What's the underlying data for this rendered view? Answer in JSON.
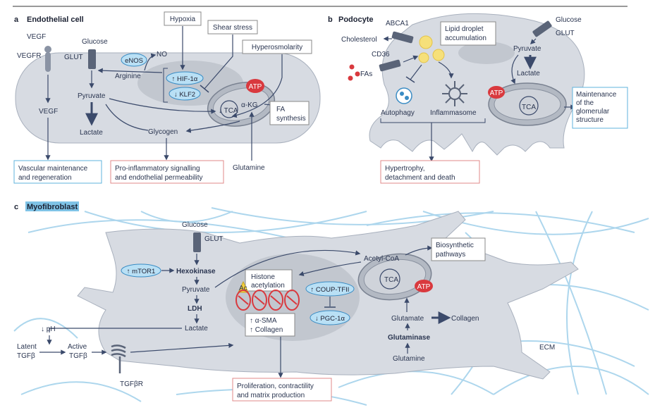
{
  "panel_a": {
    "letter": "a",
    "title": "Endothelial cell",
    "labels": {
      "vegf_top": "VEGF",
      "vegfr": "VEGFR",
      "vegf_mid": "VEGF",
      "glucose": "Glucose",
      "glut": "GLUT",
      "pyruvate": "Pyruvate",
      "lactate": "Lactate",
      "glycogen": "Glycogen",
      "arginine": "Arginine",
      "no": "NO",
      "enos": "eNOS",
      "hif": "↑ HIF-1α",
      "klf2": "↓ KLF2",
      "hypoxia": "Hypoxia",
      "shear": "Shear stress",
      "hyperosm": "Hyperosmolarity",
      "atp": "ATP",
      "tca": "↓ TCA",
      "akg": "α-KG",
      "fa1": "FA",
      "fa2": "synthesis",
      "glutamine": "Glutamine"
    },
    "outcome_vascular": [
      "Vascular maintenance",
      "and regeneration"
    ],
    "outcome_inflam": [
      "Pro-inflammatory signalling",
      "and endothelial permeability"
    ]
  },
  "panel_b": {
    "letter": "b",
    "title": "Podocyte",
    "labels": {
      "abca1": "ABCA1",
      "cholesterol": "Cholesterol",
      "cd36": "CD36",
      "fas": "FAs",
      "lipid1": "Lipid droplet",
      "lipid2": "accumulation",
      "glucose": "Glucose",
      "glut": "GLUT",
      "pyruvate": "Pyruvate",
      "lactate": "Lactate",
      "atp": "ATP",
      "tca": "TCA",
      "autophagy": "Autophagy",
      "inflammasome": "Inflammasome"
    },
    "outcome_maint": [
      "Maintenance",
      "of the",
      "glomerular",
      "structure"
    ],
    "outcome_hyper": [
      "Hypertrophy,",
      "detachment and death"
    ]
  },
  "panel_c": {
    "letter": "c",
    "title": "Myofibroblast",
    "labels": {
      "glucose": "Glucose",
      "glut": "GLUT",
      "mtor": "↑ mTOR1",
      "hexokinase": "Hexokinase",
      "pyruvate": "Pyruvate",
      "ldh": "LDH",
      "lactate": "Lactate",
      "ph": "↓ pH",
      "latent1": "Latent",
      "latent2": "TGFβ",
      "active1": "Active",
      "active2": "TGFβ",
      "tgfbr": "TGFβR",
      "histone1": "Histone",
      "histone2": "acetylation",
      "ac": "Ac",
      "coup": "↑ COUP-TFII",
      "pgc": "↓ PGC-1α",
      "acetylcoa": "Acetyl-CoA",
      "biosyn1": "Biosynthetic",
      "biosyn2": "pathways",
      "tca": "TCA",
      "atp": "ATP",
      "glutamate": "Glutamate",
      "collagen": "Collagen",
      "glutaminase": "Glutaminase",
      "glutamine": "Glutamine",
      "ecm": "ECM",
      "sma": "↑ α-SMA",
      "collagen2": "↑ Collagen"
    },
    "outcome": [
      "Proliferation, contractility",
      "and matrix production"
    ]
  },
  "colors": {
    "cell_fill": "#d7dbe2",
    "nucleus_fill": "#c2c7cf",
    "arrow": "#3b4a6b",
    "pill_fill": "#b9e0f5",
    "pill_stroke": "#3a8cc4",
    "atp_fill": "#d9393e",
    "blue_box": "#5fb3dc",
    "red_box": "#e08a8a",
    "lipid": "#f6e07a",
    "ecm_fiber": "#9fd0ea",
    "panel_c_title_bg": "#7fc3e6"
  }
}
